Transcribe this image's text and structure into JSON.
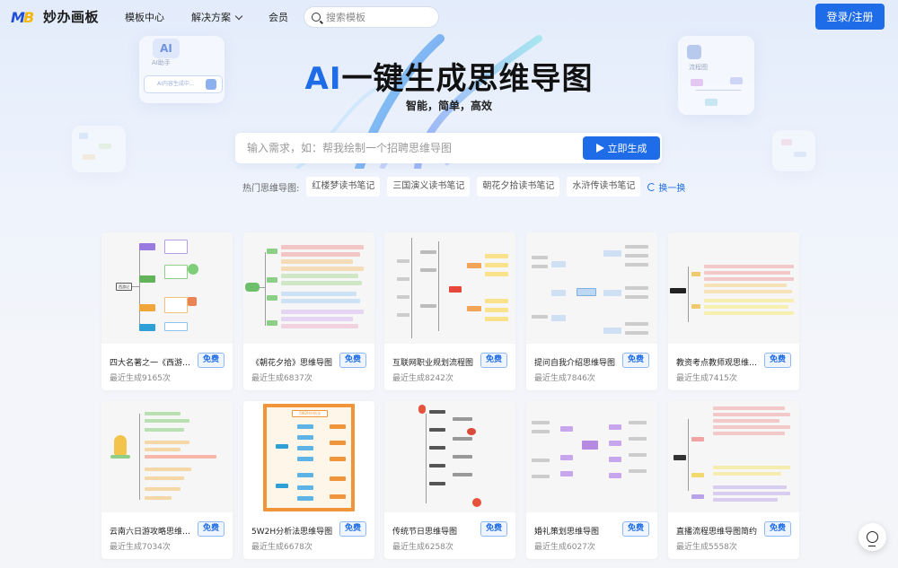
{
  "brand": {
    "name": "妙办画板",
    "mark_left": "M",
    "mark_right": "B"
  },
  "nav": {
    "items": [
      {
        "label": "模板中心"
      },
      {
        "label": "解决方案"
      },
      {
        "label": "会员"
      }
    ]
  },
  "search": {
    "placeholder": "搜索模板"
  },
  "login_label": "登录/注册",
  "hero": {
    "title_ai": "AI",
    "title_rest": "一键生成思维导图",
    "subtitle": "智能，简单，高效",
    "deco_ai_badge": "AI",
    "deco_ai_label": "AI助手",
    "deco_ai_input": "AI内容生成中...",
    "deco_flow_label": "流程图"
  },
  "prompt": {
    "placeholder": "输入需求，如：帮我绘制一个招聘思维导图",
    "button": "立即生成"
  },
  "hot": {
    "label": "热门思维导图:",
    "tags": [
      "红楼梦读书笔记",
      "三国演义读书笔记",
      "朝花夕拾读书笔记",
      "水浒传读书笔记"
    ],
    "refresh": "换一换"
  },
  "free_label": "免费",
  "templates": [
    {
      "title": "四大名著之一《西游记》思...",
      "count": "最近生成9165次"
    },
    {
      "title": "《朝花夕拾》思维导图",
      "count": "最近生成6837次"
    },
    {
      "title": "互联网职业规划流程图",
      "count": "最近生成8242次"
    },
    {
      "title": "提问自我介绍思维导图",
      "count": "最近生成7846次"
    },
    {
      "title": "教资考点教师观思维导图流...",
      "count": "最近生成7415次"
    },
    {
      "title": "云南六日游攻略思维导图",
      "count": "最近生成7034次"
    },
    {
      "title": "5W2H分析法思维导图",
      "count": "最近生成6678次"
    },
    {
      "title": "传统节日思维导图",
      "count": "最近生成6258次"
    },
    {
      "title": "婚礼策划思维导图",
      "count": "最近生成6027次"
    },
    {
      "title": "直播流程思维导图简约",
      "count": "最近生成5558次"
    }
  ],
  "thumb_text": {
    "t1_root": "西游记",
    "t7_header": "5W2H分析法"
  },
  "colors": {
    "accent": "#1f6ce8",
    "brand_yellow": "#f5b70a"
  }
}
